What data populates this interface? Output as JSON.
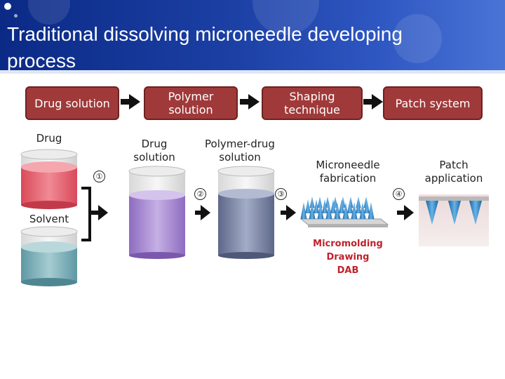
{
  "title": "Traditional dissolving microneedle developing process",
  "stages": [
    "Drug solution",
    "Polymer solution",
    "Shaping technique",
    "Patch system"
  ],
  "labels": {
    "drug": "Drug",
    "solvent": "Solvent",
    "drug_solution": "Drug solution",
    "polymer_drug_solution": "Polymer-drug solution",
    "microneedle_fabrication": "Microneedle fabrication",
    "patch_application": "Patch application"
  },
  "steps": [
    "①",
    "②",
    "③",
    "④"
  ],
  "methods": [
    "Micromolding",
    "Drawing",
    "DAB"
  ],
  "colors": {
    "stage_box": "#a03a3a",
    "methods_text": "#c0212b",
    "drug_liquid": "#e66a77",
    "solvent_liquid": "#7fb0b8",
    "drug_solution_liquid": "#a98cd0",
    "polymer_drug_liquid": "#7a86a6",
    "needles": "#2a7fc0"
  }
}
